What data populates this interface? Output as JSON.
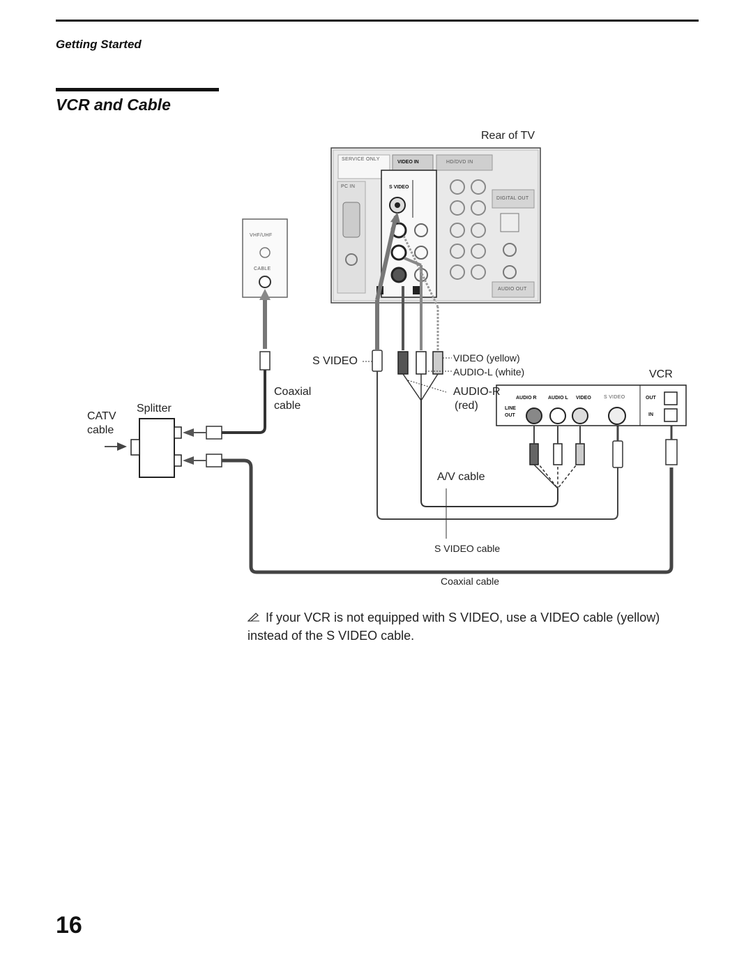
{
  "header": {
    "section": "Getting Started"
  },
  "title": "VCR and Cable",
  "labels": {
    "rear_of_tv": "Rear of TV",
    "service_only": "SERVICE ONLY",
    "video_in": "VIDEO IN",
    "hd_dvd_in": "HD/DVD IN",
    "s_video_port": "S VIDEO",
    "pc_in": "PC IN",
    "digital_out": "DIGITAL OUT",
    "audio_out": "AUDIO OUT",
    "vhf_uhf": "VHF/UHF",
    "cable_port": "CABLE",
    "s_video": "S VIDEO",
    "video_yellow": "VIDEO (yellow)",
    "audio_l_white": "AUDIO-L (white)",
    "audio_r": "AUDIO-R",
    "red": "(red)",
    "vcr": "VCR",
    "coaxial": "Coaxial",
    "cable": "cable",
    "catv": "CATV",
    "catv_cable": "cable",
    "splitter": "Splitter",
    "av_cable": "A/V cable",
    "s_video_cable": "S VIDEO cable",
    "coaxial_cable": "Coaxial cable",
    "vcr_audio_r": "AUDIO R",
    "vcr_audio_l": "AUDIO L",
    "vcr_video": "VIDEO",
    "vcr_s_video": "S VIDEO",
    "vcr_out": "OUT",
    "vcr_in": "IN",
    "line": "LINE",
    "line_out": "OUT"
  },
  "note": "If your VCR is not equipped with S VIDEO, use a VIDEO cable (yellow) instead of the S VIDEO cable.",
  "page_number": "16"
}
